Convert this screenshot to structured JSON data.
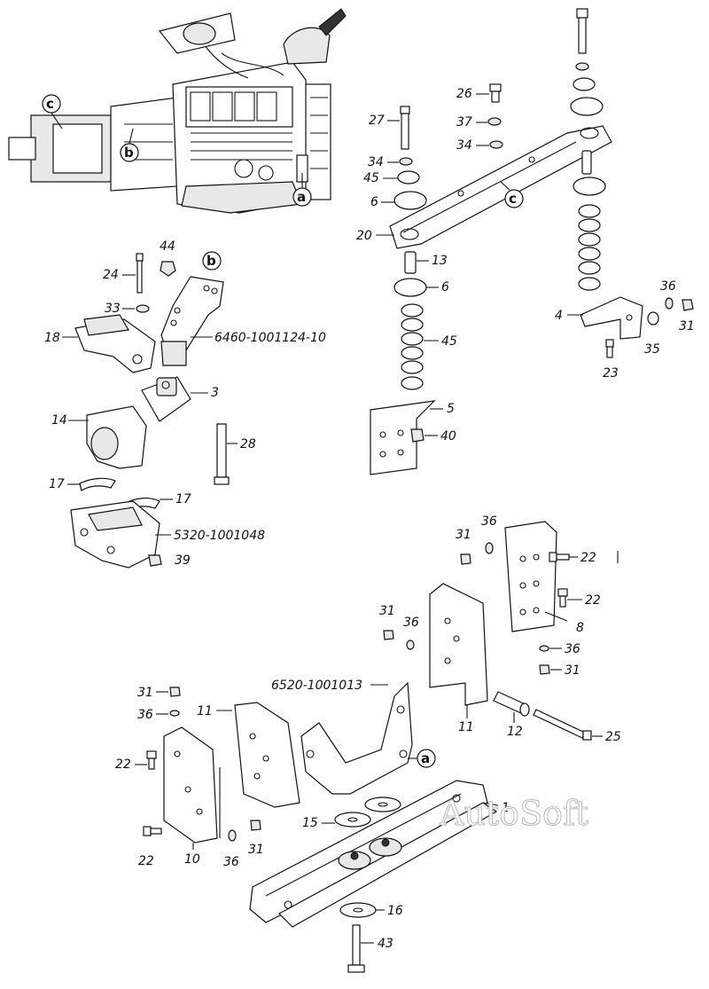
{
  "diagram": {
    "callouts": {
      "a": "a",
      "b": "b",
      "c": "c"
    },
    "watermark": "AutoSoft",
    "labels": {
      "n1": "1",
      "n3": "3",
      "n4": "4",
      "n5": "5",
      "n6a": "6",
      "n6b": "6",
      "n8": "8",
      "n10": "10",
      "n11a": "11",
      "n11b": "11",
      "n12": "12",
      "n13": "13",
      "n14": "14",
      "n15": "15",
      "n16": "16",
      "n17a": "17",
      "n17b": "17",
      "n18": "18",
      "n20": "20",
      "n22a": "22",
      "n22b": "22",
      "n22c": "22",
      "n22d": "22",
      "n23": "23",
      "n24": "24",
      "n25": "25",
      "n26": "26",
      "n27": "27",
      "n28": "28",
      "n31a": "31",
      "n31b": "31",
      "n31c": "31",
      "n31d": "31",
      "n31e": "31",
      "n31f": "31",
      "n33": "33",
      "n34a": "34",
      "n34b": "34",
      "n35": "35",
      "n36a": "36",
      "n36b": "36",
      "n36c": "36",
      "n36d": "36",
      "n36e": "36",
      "n36f": "36",
      "n37": "37",
      "n39": "39",
      "n40": "40",
      "n43": "43",
      "n44": "44",
      "n45a": "45",
      "n45b": "45",
      "p6460": "6460-1001124-10",
      "p5320": "5320-1001048",
      "p6520": "6520-1001013"
    }
  }
}
